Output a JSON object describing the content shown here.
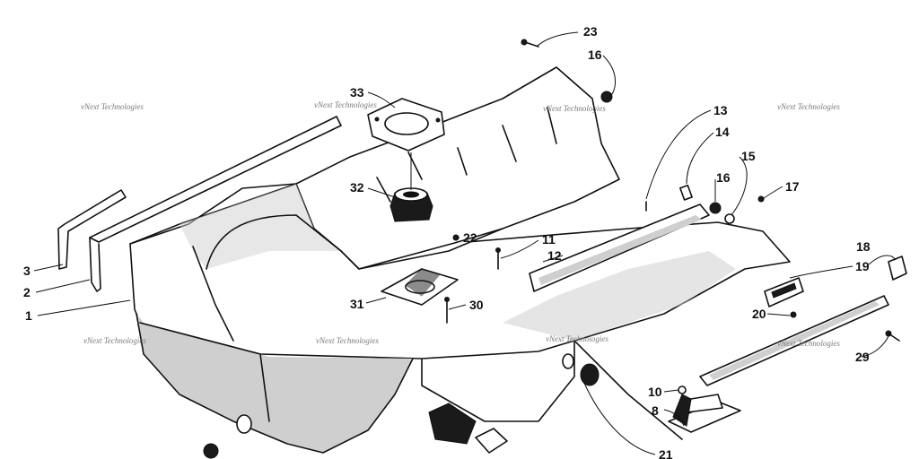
{
  "watermark": "vNext Technologies",
  "callouts": [
    "1",
    "2",
    "3",
    "8",
    "10",
    "11",
    "12",
    "13",
    "14",
    "15",
    "16",
    "16",
    "17",
    "18",
    "19",
    "20",
    "21",
    "22",
    "23",
    "29",
    "30",
    "31",
    "32",
    "33"
  ]
}
